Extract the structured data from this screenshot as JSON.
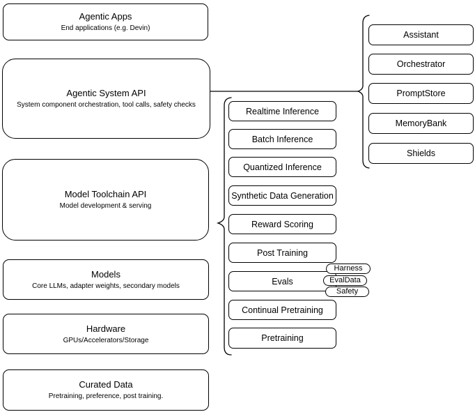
{
  "diagram": {
    "background_color": "#ffffff",
    "stroke_color": "#000000",
    "fill_color": "#ffffff",
    "stack_layers": [
      {
        "title": "Agentic Apps",
        "subtitle": "End applications (e.g. Devin)"
      },
      {
        "title": "Agentic System API",
        "subtitle": "System component orchestration, tool calls, safety checks"
      },
      {
        "title": "Model Toolchain API",
        "subtitle": "Model development & serving"
      },
      {
        "title": "Models",
        "subtitle": "Core LLMs, adapter weights, secondary models"
      },
      {
        "title": "Hardware",
        "subtitle": "GPUs/Accelerators/Storage"
      },
      {
        "title": "Curated Data",
        "subtitle": "Pretraining, preference, post training."
      }
    ],
    "toolchain_api_items": [
      "Realtime Inference",
      "Batch Inference",
      "Quantized Inference",
      "Synthetic Data Generation",
      "Reward Scoring",
      "Post Training",
      "Evals",
      "Continual Pretraining",
      "Pretraining"
    ],
    "evals_tags": [
      "Harness",
      "EvalData",
      "Safety"
    ],
    "agentic_system_components": [
      "Assistant",
      "Orchestrator",
      "PromptStore",
      "MemoryBank",
      "Shields"
    ]
  }
}
